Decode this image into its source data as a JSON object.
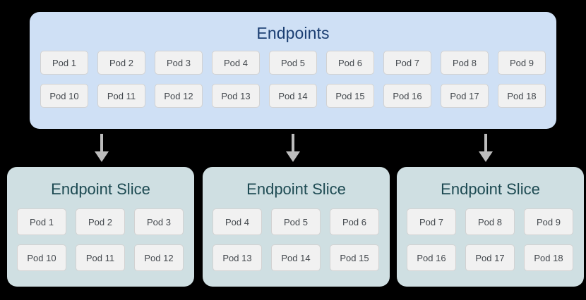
{
  "diagram": {
    "background_color": "#000000",
    "parent": {
      "title": "Endpoints",
      "fill_color": "#cfe0f5",
      "title_color": "#1b3e72",
      "rows": [
        [
          "Pod 1",
          "Pod 2",
          "Pod 3",
          "Pod 4",
          "Pod 5",
          "Pod 6",
          "Pod 7",
          "Pod 8",
          "Pod 9"
        ],
        [
          "Pod 10",
          "Pod 11",
          "Pod 12",
          "Pod 13",
          "Pod 14",
          "Pod 15",
          "Pod 16",
          "Pod 17",
          "Pod 18"
        ]
      ]
    },
    "connectors": {
      "icon": "arrow-down-icon",
      "color": "#bdbdbd",
      "count": 3
    },
    "slices": [
      {
        "title": "Endpoint Slice",
        "fill_color": "#cfdfe2",
        "title_color": "#1d4a52",
        "rows": [
          [
            "Pod 1",
            "Pod 2",
            "Pod 3"
          ],
          [
            "Pod 10",
            "Pod 11",
            "Pod 12"
          ]
        ]
      },
      {
        "title": "Endpoint Slice",
        "fill_color": "#cfdfe2",
        "title_color": "#1d4a52",
        "rows": [
          [
            "Pod 4",
            "Pod 5",
            "Pod 6"
          ],
          [
            "Pod 13",
            "Pod 14",
            "Pod 15"
          ]
        ]
      },
      {
        "title": "Endpoint Slice",
        "fill_color": "#cfdfe2",
        "title_color": "#1d4a52",
        "rows": [
          [
            "Pod 7",
            "Pod 8",
            "Pod 9"
          ],
          [
            "Pod 16",
            "Pod 17",
            "Pod 18"
          ]
        ]
      }
    ]
  }
}
